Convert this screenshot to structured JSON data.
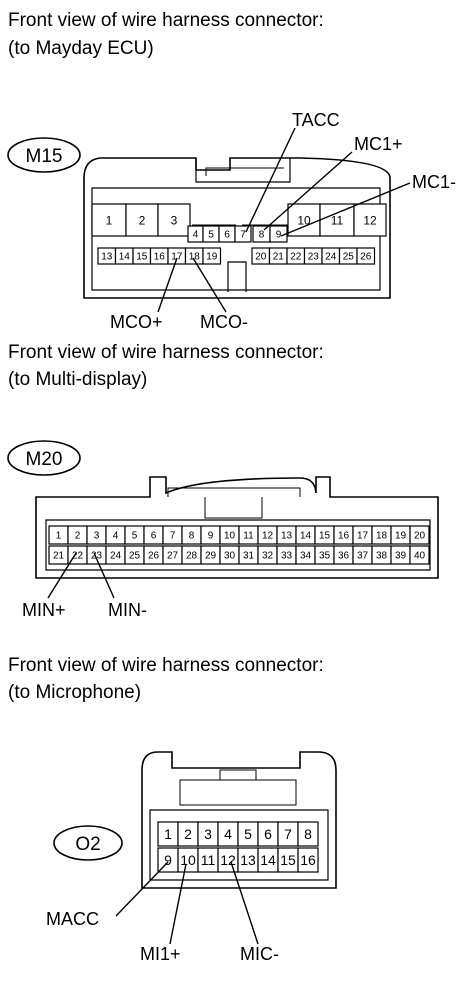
{
  "sections": [
    {
      "heading_line1": "Front view of wire harness connector:",
      "heading_line2": "(to Mayday ECU)",
      "connector_code": "M15",
      "pins_top": [
        "1",
        "2",
        "3",
        "4",
        "5",
        "6",
        "7",
        "8",
        "9",
        "10",
        "11",
        "12"
      ],
      "pins_bottom": [
        "13",
        "14",
        "15",
        "16",
        "17",
        "18",
        "19",
        "20",
        "21",
        "22",
        "23",
        "24",
        "25",
        "26"
      ],
      "callouts": [
        "TACC",
        "MC1+",
        "MC1-",
        "MCO+",
        "MCO-"
      ]
    },
    {
      "heading_line1": "Front view of wire harness connector:",
      "heading_line2": "(to Multi-display)",
      "connector_code": "M20",
      "pins_top": [
        "1",
        "2",
        "3",
        "4",
        "5",
        "6",
        "7",
        "8",
        "9",
        "10",
        "11",
        "12",
        "13",
        "14",
        "15",
        "16",
        "17",
        "18",
        "19",
        "20"
      ],
      "pins_bottom": [
        "21",
        "22",
        "23",
        "24",
        "25",
        "26",
        "27",
        "28",
        "29",
        "30",
        "31",
        "32",
        "33",
        "34",
        "35",
        "36",
        "37",
        "38",
        "39",
        "40"
      ],
      "callouts": [
        "MIN+",
        "MIN-"
      ]
    },
    {
      "heading_line1": "Front view of wire harness connector:",
      "heading_line2": "(to Microphone)",
      "connector_code": "O2",
      "pins_top": [
        "1",
        "2",
        "3",
        "4",
        "5",
        "6",
        "7",
        "8"
      ],
      "pins_bottom": [
        "9",
        "10",
        "11",
        "12",
        "13",
        "14",
        "15",
        "16"
      ],
      "callouts": [
        "MACC",
        "MI1+",
        "MIC-"
      ]
    }
  ]
}
